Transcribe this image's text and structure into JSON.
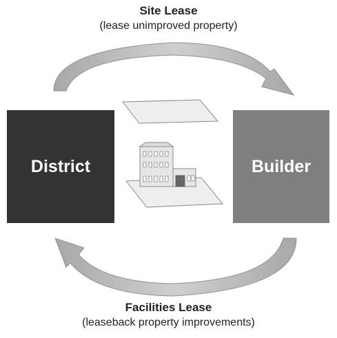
{
  "site_lease": {
    "title": "Site Lease",
    "subtitle": "(lease unimproved property)"
  },
  "facilities_lease": {
    "title": "Facilities Lease",
    "subtitle": "(leaseback property improvements)"
  },
  "parties": {
    "district": "District",
    "builder": "Builder"
  },
  "colors": {
    "district_box": "#333333",
    "builder_box": "#7f7f7f",
    "arrow_fill": "#bdbdbd",
    "parcel_fill": "#eeeeee",
    "building_fill": "#e6e6e6",
    "accent_window": "#666666"
  },
  "icons": {
    "top_arrow": "curved-arrow-right",
    "bottom_arrow": "curved-arrow-left",
    "vacant_lot": "land-parcel",
    "improved_lot": "building-on-parcel"
  }
}
